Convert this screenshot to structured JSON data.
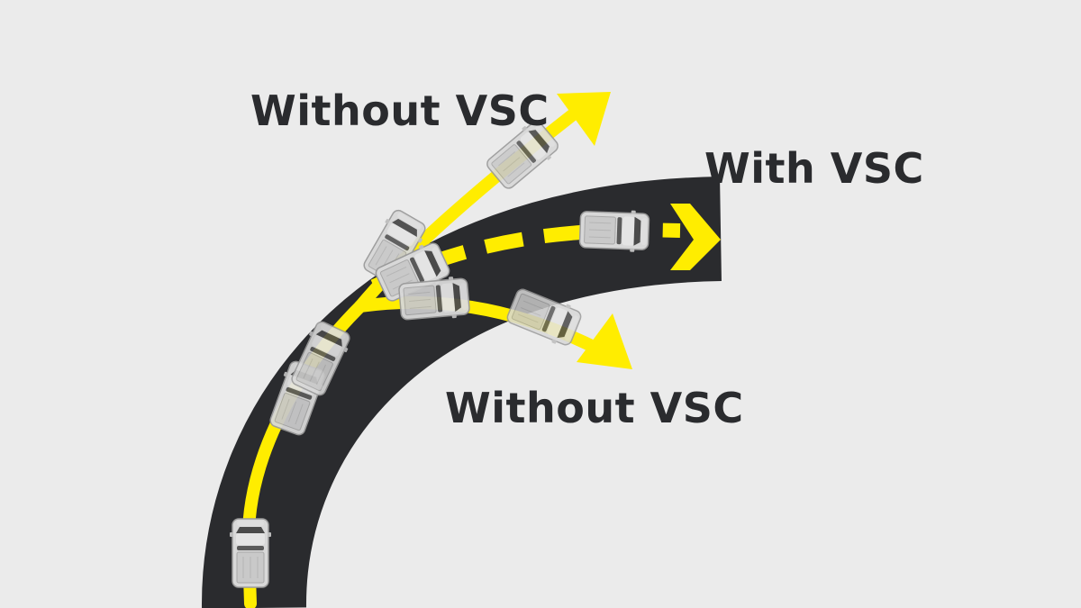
{
  "labels": {
    "top": "Without VSC",
    "center": "With VSC",
    "bottom": "Without VSC"
  },
  "colors": {
    "background": "#ebebeb",
    "road": "#2a2b2e",
    "path": "#ffed00",
    "text": "#2a2b2e",
    "vehicle": "#d8d8d8",
    "vehicle_dark": "#555555"
  },
  "icons": {
    "vehicle": "pickup-truck-icon",
    "direction": "arrow-icon"
  }
}
